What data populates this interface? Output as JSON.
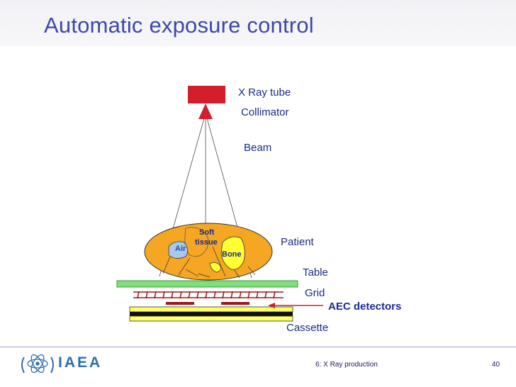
{
  "slide": {
    "title": "Automatic exposure control"
  },
  "labels": {
    "xray_tube": "X Ray tube",
    "collimator": "Collimator",
    "beam": "Beam",
    "patient": "Patient",
    "table": "Table",
    "grid": "Grid",
    "aec_detectors": "AEC detectors",
    "cassette": "Cassette",
    "soft_tissue_line1": "Soft",
    "soft_tissue_line2": "tissue",
    "air": "Air",
    "bone": "Bone"
  },
  "colors": {
    "title": "#3d47a8",
    "tube": "#d21f2a",
    "patient_fill": "#f5a623",
    "table": "#7fe07a",
    "cassette_yellow": "#ffff66",
    "detector": "#9b1b1b",
    "arrow": "#cc2222",
    "bone": "#ffff33",
    "air": "#a8c8f0"
  },
  "footer": {
    "org": "IAEA",
    "section": "6: X Ray production",
    "page": "40"
  }
}
